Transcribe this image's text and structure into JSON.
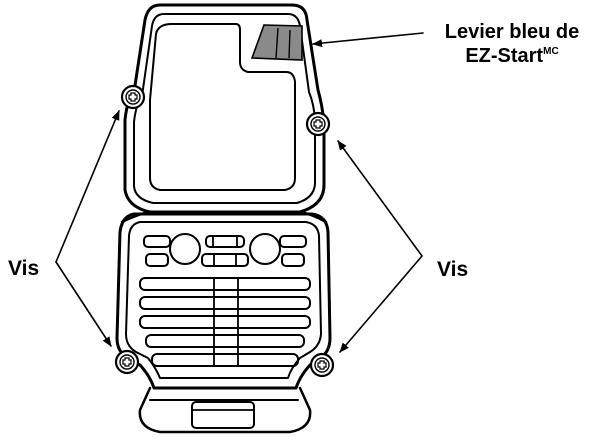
{
  "labels": {
    "lever_line1": "Levier bleu de",
    "lever_line2": "EZ-Start",
    "lever_superscript": "MC",
    "screws_left": "Vis",
    "screws_right": "Vis"
  },
  "colors": {
    "ink": "#000000",
    "lever_fill": "#8a8a8a",
    "background": "#ffffff"
  }
}
